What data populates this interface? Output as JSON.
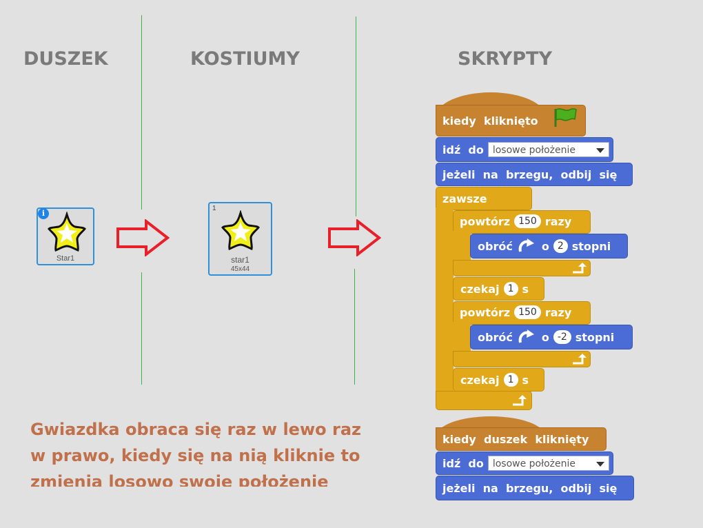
{
  "headings": {
    "sprite": "DUSZEK",
    "costumes": "KOSTIUMY",
    "scripts": "SKRYPTY"
  },
  "sprite": {
    "name": "Star1",
    "info_icon": "i"
  },
  "costume": {
    "index": "1",
    "name": "star1",
    "size": "45x44"
  },
  "script1": {
    "hat": "kiedy  kliknięto",
    "goto": "idź  do",
    "goto_option": "losowe położenie",
    "bounce": "jeżeli  na  brzegu,  odbij  się",
    "forever": "zawsze",
    "repeat1": {
      "label": "powtórz",
      "count": "150",
      "unit": "razy"
    },
    "turn1": {
      "label": "obróć",
      "mid": "o",
      "value": "2",
      "unit": "stopni"
    },
    "wait1": {
      "label": "czekaj",
      "value": "1",
      "unit": "s"
    },
    "repeat2": {
      "label": "powtórz",
      "count": "150",
      "unit": "razy"
    },
    "turn2": {
      "label": "obróć",
      "mid": "o",
      "value": "-2",
      "unit": "stopni"
    },
    "wait2": {
      "label": "czekaj",
      "value": "1",
      "unit": "s"
    }
  },
  "script2": {
    "hat": "kiedy  duszek  kliknięty",
    "goto": "idź  do",
    "goto_option": "losowe położenie",
    "bounce": "jeżeli  na  brzegu,  odbij  się"
  },
  "note": {
    "line1": "Gwiazdka obraca się raz w lewo raz",
    "line2": "w prawo, kiedy się na nią kliknie to",
    "line3": "zmienia losowo swoje położenie"
  },
  "colors": {
    "motion": "#4a6cd4",
    "control": "#e1a91a",
    "events": "#c88330",
    "arrow": "#e8202a",
    "divider": "#3cb44b"
  }
}
